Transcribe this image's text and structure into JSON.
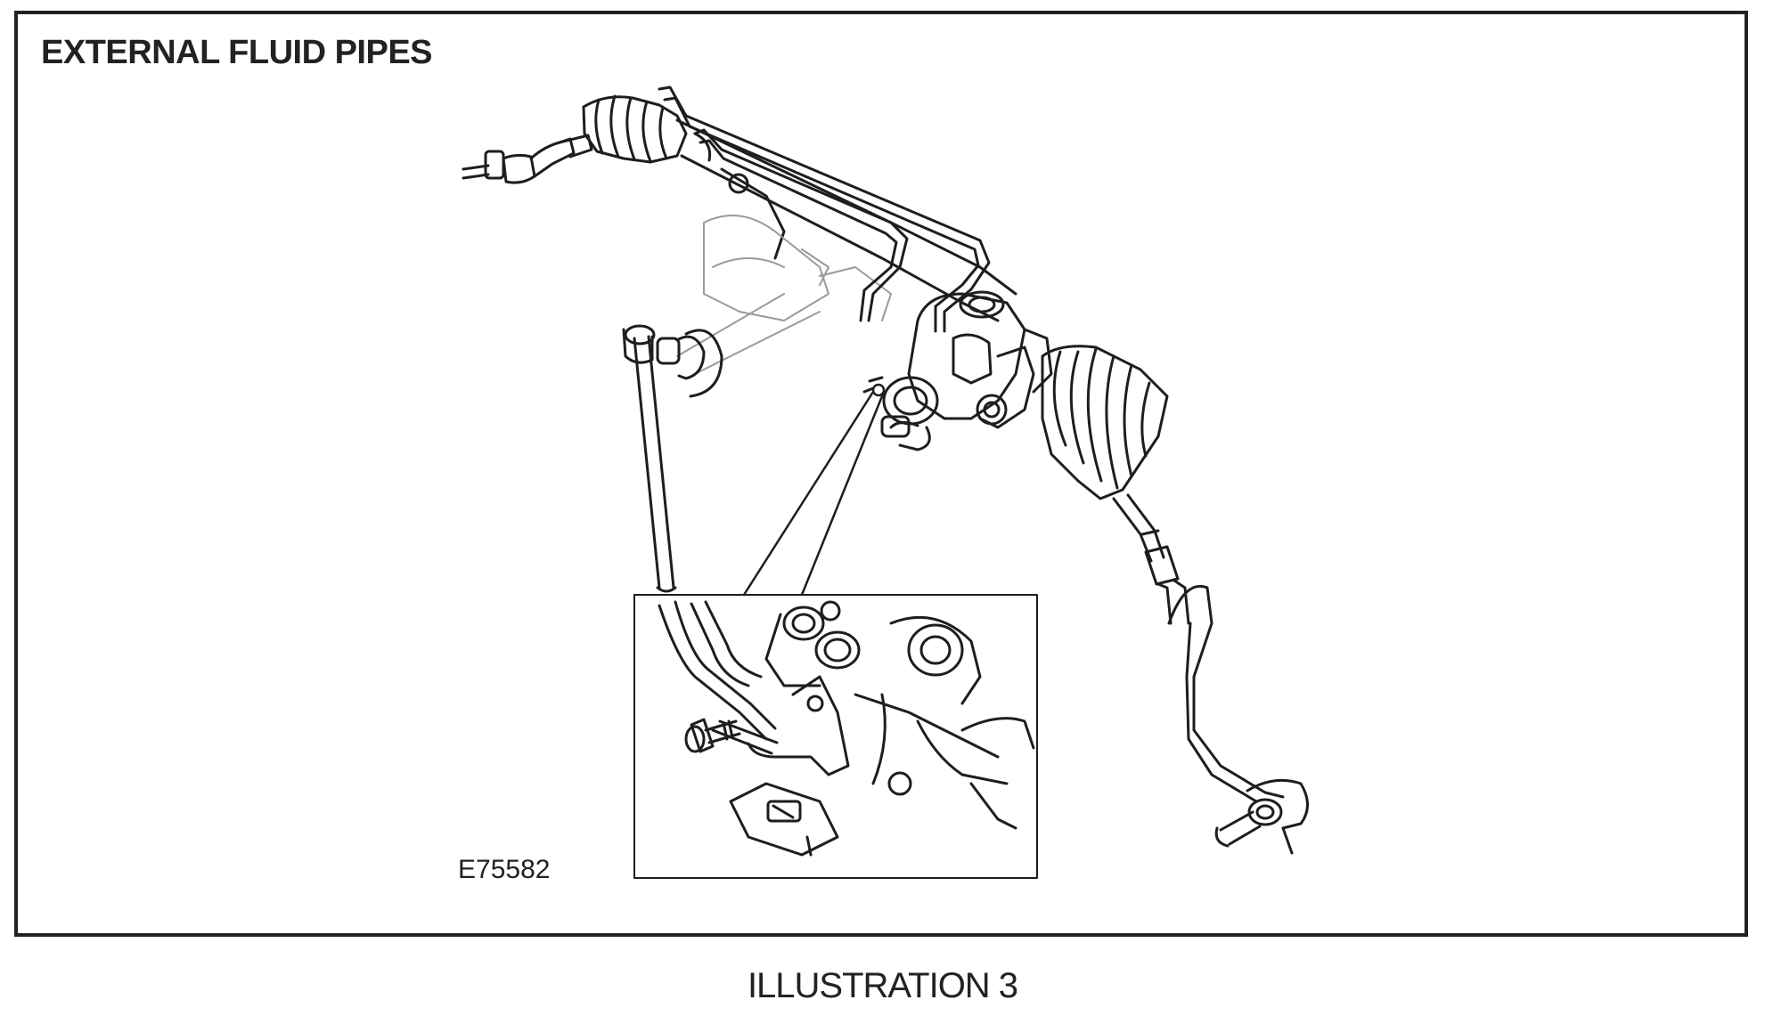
{
  "diagram": {
    "title": "EXTERNAL FLUID PIPES",
    "reference_code": "E75582",
    "caption": "ILLUSTRATION 3"
  }
}
